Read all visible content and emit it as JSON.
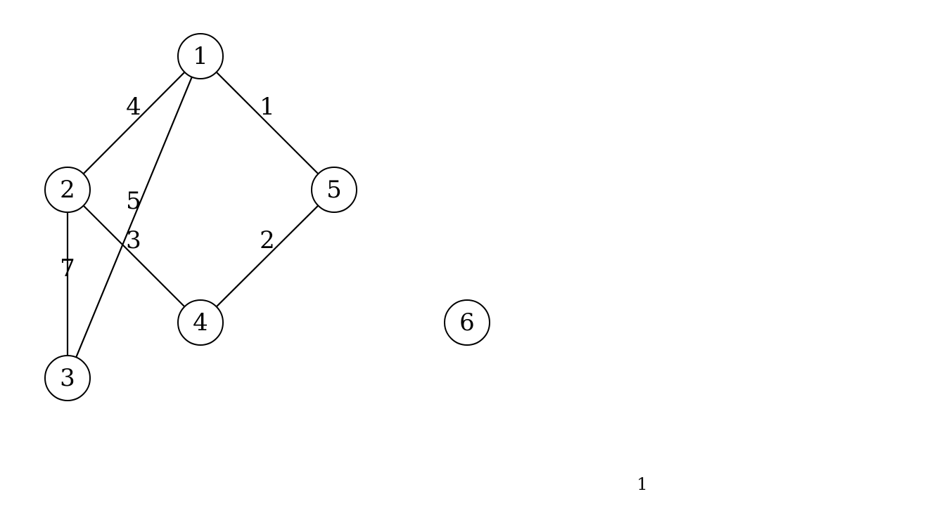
{
  "graph": {
    "nodes": [
      {
        "id": "1",
        "label": "1"
      },
      {
        "id": "2",
        "label": "2"
      },
      {
        "id": "3",
        "label": "3"
      },
      {
        "id": "4",
        "label": "4"
      },
      {
        "id": "5",
        "label": "5"
      },
      {
        "id": "6",
        "label": "6"
      }
    ],
    "edges": [
      {
        "from": "1",
        "to": "2",
        "weight": "4"
      },
      {
        "from": "1",
        "to": "5",
        "weight": "1"
      },
      {
        "from": "1",
        "to": "3",
        "weight": "5"
      },
      {
        "from": "2",
        "to": "4",
        "weight": "3"
      },
      {
        "from": "2",
        "to": "3",
        "weight": "7"
      },
      {
        "from": "5",
        "to": "4",
        "weight": "2"
      }
    ]
  },
  "page_number": "1",
  "colors": {
    "stroke": "#000000",
    "node_fill": "#ffffff",
    "background": "#ffffff"
  }
}
